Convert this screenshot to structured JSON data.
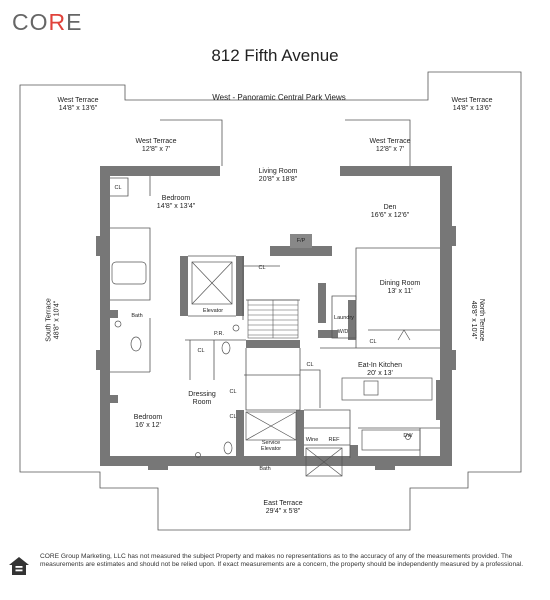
{
  "brand": {
    "logo_co": "CO",
    "logo_r": "R",
    "logo_e": "E",
    "accent": "#e0423a"
  },
  "title": "812 Fifth Avenue",
  "rooms": {
    "west_terrace_left": {
      "name": "West Terrace",
      "dims": "14'8\" x 13'6\""
    },
    "west_terrace_right": {
      "name": "West Terrace",
      "dims": "14'8\" x 13'6\""
    },
    "west_views": "West - Panoramic Central Park Views",
    "west_terrace_mid_left": {
      "name": "West Terrace",
      "dims": "12'8\" x 7'"
    },
    "west_terrace_mid_right": {
      "name": "West Terrace",
      "dims": "12'8\" x 7'"
    },
    "living_room": {
      "name": "Living Room",
      "dims": "20'8\" x 18'8\""
    },
    "bedroom_top": {
      "name": "Bedroom",
      "dims": "14'8\" x 13'4\""
    },
    "den": {
      "name": "Den",
      "dims": "16'6\" x 12'6\""
    },
    "dining_room": {
      "name": "Dining Room",
      "dims": "13' x 11'"
    },
    "south_terrace": {
      "name": "South Terrace",
      "dims": "48'8\" x 10'4\""
    },
    "north_terrace": {
      "name": "North Terrace",
      "dims": "48'8\" x 10'4\""
    },
    "eat_in_kitchen": {
      "name": "Eat-In Kitchen",
      "dims": "20' x 13'"
    },
    "dressing_room": {
      "name": "Dressing",
      "name2": "Room"
    },
    "bedroom_bottom": {
      "name": "Bedroom",
      "dims": "16' x 12'"
    },
    "east_terrace": {
      "name": "East Terrace",
      "dims": "29'4\" x 5'8\""
    }
  },
  "small_labels": {
    "cl": "CL",
    "fp": "F/P",
    "bath": "Bath",
    "laundry": "Laundry",
    "wd": "W/D",
    "elevator": "Elevator",
    "pr": "P.R.",
    "service_elevator": "Service",
    "service_elevator2": "Elevator",
    "wine": "Wine",
    "ref": "REF",
    "dw": "DW"
  },
  "disclaimer": "CORE Group Marketing, LLC has not measured the subject Property and makes no representations as to the accuracy of any of the measurements provided. The measurements are estimates and should not be relied upon. If exact measurements are a concern, the property should be independently measured by a professional.",
  "colors": {
    "wall": "#777777",
    "line": "#555555"
  }
}
